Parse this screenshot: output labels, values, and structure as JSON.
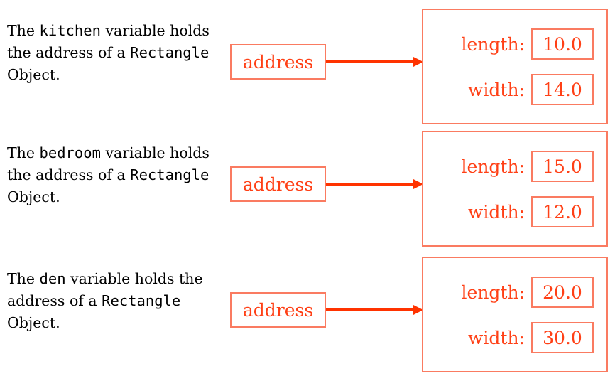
{
  "colors": {
    "border": "#fa7b61",
    "accent_text": "#ff4016",
    "arrow": "#ff3300",
    "body_text": "#000000",
    "background": "#ffffff"
  },
  "groups": [
    {
      "description": {
        "prefix": "The ",
        "variable": "kitchen",
        "middle": " variable holds the address of a ",
        "type": "Rectangle",
        "suffix": " Object."
      },
      "variable_box": {
        "label": "address"
      },
      "arrow": {
        "icon": "arrow-right-icon"
      },
      "object": {
        "fields": [
          {
            "label": "length:",
            "value": "10.0"
          },
          {
            "label": "width:",
            "value": "14.0"
          }
        ]
      }
    },
    {
      "description": {
        "prefix": "The ",
        "variable": "bedroom",
        "middle": " variable holds the address of a ",
        "type": "Rectangle",
        "suffix": " Object."
      },
      "variable_box": {
        "label": "address"
      },
      "arrow": {
        "icon": "arrow-right-icon"
      },
      "object": {
        "fields": [
          {
            "label": "length:",
            "value": "15.0"
          },
          {
            "label": "width:",
            "value": "12.0"
          }
        ]
      }
    },
    {
      "description": {
        "prefix": "The ",
        "variable": "den",
        "middle": " variable holds the address of a ",
        "type": "Rectangle",
        "suffix": " Object."
      },
      "variable_box": {
        "label": "address"
      },
      "arrow": {
        "icon": "arrow-right-icon"
      },
      "object": {
        "fields": [
          {
            "label": "length:",
            "value": "20.0"
          },
          {
            "label": "width:",
            "value": "30.0"
          }
        ]
      }
    }
  ]
}
